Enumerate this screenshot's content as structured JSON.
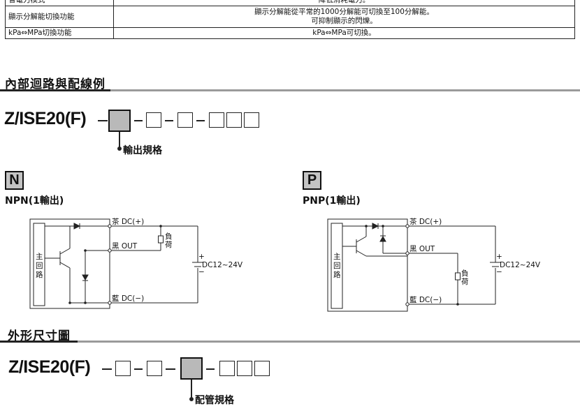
{
  "spec_table": {
    "rows": [
      {
        "label": "省電力模式",
        "value": "降低消耗電力。"
      },
      {
        "label": "顯示分解能切換功能",
        "value": "顯示分解能從平常的1000分解能可切換至100分解能。",
        "value2": "可抑制顯示的閃爍。"
      },
      {
        "label": "kPa⇔MPa切換功能",
        "value": "kPa⇔MPa可切換。"
      }
    ]
  },
  "circuit_section": {
    "title": "內部迴路與配線例",
    "model_code": "Z/ISE20(F)",
    "callout": "輸出規格"
  },
  "npn": {
    "badge": "N",
    "label": "NPN(1輸出)",
    "block_label": "主回路",
    "wire_brown": "茶 DC(+)",
    "wire_black": "黑 OUT",
    "wire_blue": "藍 DC(−)",
    "load": "負荷",
    "supply": "DC12~24V",
    "plus": "+",
    "minus": "−"
  },
  "pnp": {
    "badge": "P",
    "label": "PNP(1輸出)",
    "block_label": "主回路",
    "wire_brown": "茶 DC(+)",
    "wire_black": "黑 OUT",
    "wire_blue": "藍 DC(−)",
    "load": "負荷",
    "supply": "DC12~24V",
    "plus": "+",
    "minus": "−"
  },
  "dimension_section": {
    "title": "外形尺寸圖",
    "model_code": "Z/ISE20(F)",
    "callout": "配管規格"
  }
}
